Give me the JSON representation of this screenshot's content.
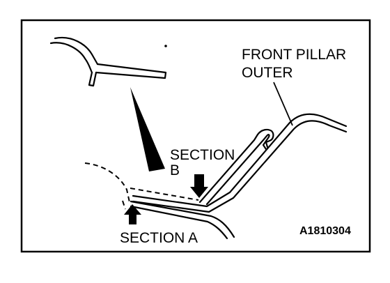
{
  "labels": {
    "front_pillar_line1": "FRONT PILLAR",
    "front_pillar_line2": "OUTER",
    "section_b_line1": "SECTION",
    "section_b_line2": "B",
    "section_a": "SECTION A",
    "figure_code": "A1810304"
  },
  "colors": {
    "ink": "#000000",
    "paper": "#ffffff"
  }
}
